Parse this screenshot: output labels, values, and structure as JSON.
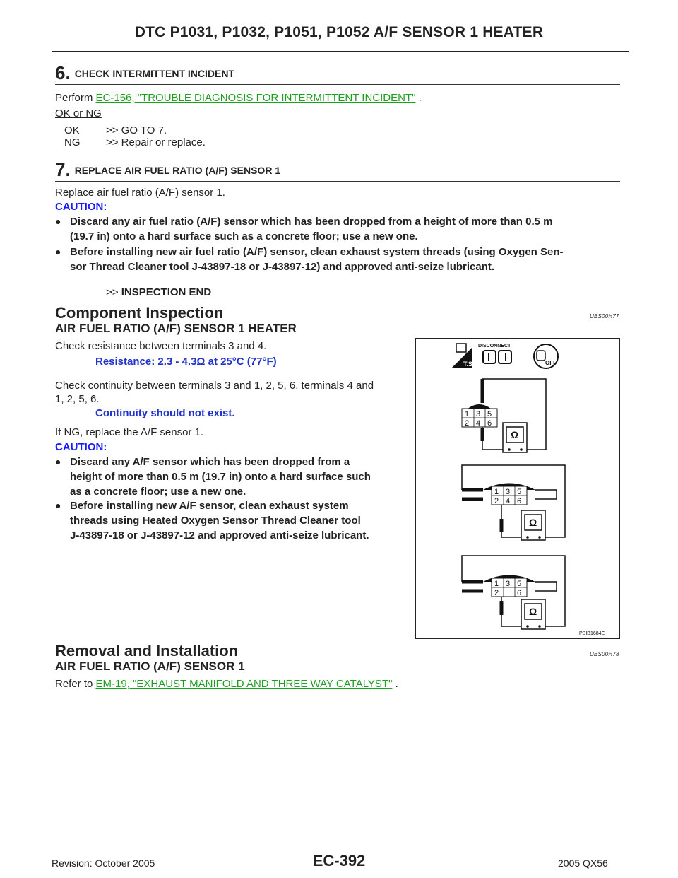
{
  "header": {
    "title": "DTC P1031, P1032, P1051, P1052 A/F SENSOR 1 HEATER"
  },
  "step6": {
    "num": "6.",
    "title": "CHECK INTERMITTENT INCIDENT",
    "perform_prefix": "Perform ",
    "perform_link": "EC-156, \"TROUBLE DIAGNOSIS FOR INTERMITTENT INCIDENT\"",
    "perform_suffix": " .",
    "oknq_label": "OK or NG",
    "ok_key": "OK",
    "ok_val": ">> GO TO 7.",
    "ng_key": "NG",
    "ng_val": ">> Repair or replace."
  },
  "step7": {
    "num": "7.",
    "title": "REPLACE AIR FUEL RATIO (A/F) SENSOR 1",
    "text": "Replace air fuel ratio (A/F) sensor 1.",
    "caution": "CAUTION:",
    "bullet1_line1": "Discard any air fuel ratio (A/F) sensor which has been dropped from a height of more than 0.5 m",
    "bullet1_line2": "(19.7 in) onto a hard surface such as a concrete floor; use a new one.",
    "bullet2_line1": "Before installing new air fuel ratio (A/F) sensor, clean exhaust system threads (using Oxygen Sen-",
    "bullet2_line2": "sor Thread Cleaner tool J-43897-18 or J-43897-12) and approved anti-seize lubricant.",
    "end_prefix": ">> ",
    "end_text": "INSPECTION END"
  },
  "component": {
    "heading": "Component Inspection",
    "code": "UBS00H77",
    "subheading": "AIR FUEL RATIO (A/F) SENSOR 1 HEATER",
    "check_resistance": "Check resistance between terminals 3 and 4.",
    "resistance_spec": "Resistance: 2.3 - 4.3Ω at 25°C (77°F)",
    "check_cont_line1": "Check continuity between terminals 3 and 1, 2, 5, 6, terminals 4 and",
    "check_cont_line2": "1, 2, 5, 6.",
    "continuity_spec": "Continuity should not exist.",
    "if_ng": "If NG, replace the A/F sensor 1.",
    "caution": "CAUTION:",
    "bullet1_line1": "Discard any A/F sensor which has been dropped from a",
    "bullet1_line2": "height of more than 0.5 m (19.7 in) onto a hard surface such",
    "bullet1_line3": "as a concrete floor; use a new one.",
    "bullet2_line1": "Before installing new A/F sensor, clean exhaust system",
    "bullet2_line2": "threads using Heated Oxygen Sensor Thread Cleaner tool",
    "bullet2_line3": "J-43897-18 or J-43897-12 and approved anti-seize lubricant."
  },
  "figure": {
    "disconnect_label": "DISCONNECT",
    "ts_label": "T.S.",
    "off_label": "OFF",
    "ohm_symbol": "Ω",
    "pins_top": [
      "1",
      "3",
      "5"
    ],
    "pins_bottom": [
      "2",
      "4",
      "6"
    ],
    "pins_bottom_partial": [
      "2",
      "6"
    ],
    "figure_code": "PBIB1684E"
  },
  "removal": {
    "heading": "Removal and Installation",
    "code": "UBS00H78",
    "subheading": "AIR FUEL RATIO (A/F) SENSOR 1",
    "refer_prefix": "Refer to ",
    "refer_link": "EM-19, \"EXHAUST MANIFOLD AND THREE WAY CATALYST\"",
    "refer_suffix": " ."
  },
  "footer": {
    "page_number": "EC-392",
    "revision": "Revision: October 2005",
    "model": "2005 QX56"
  }
}
